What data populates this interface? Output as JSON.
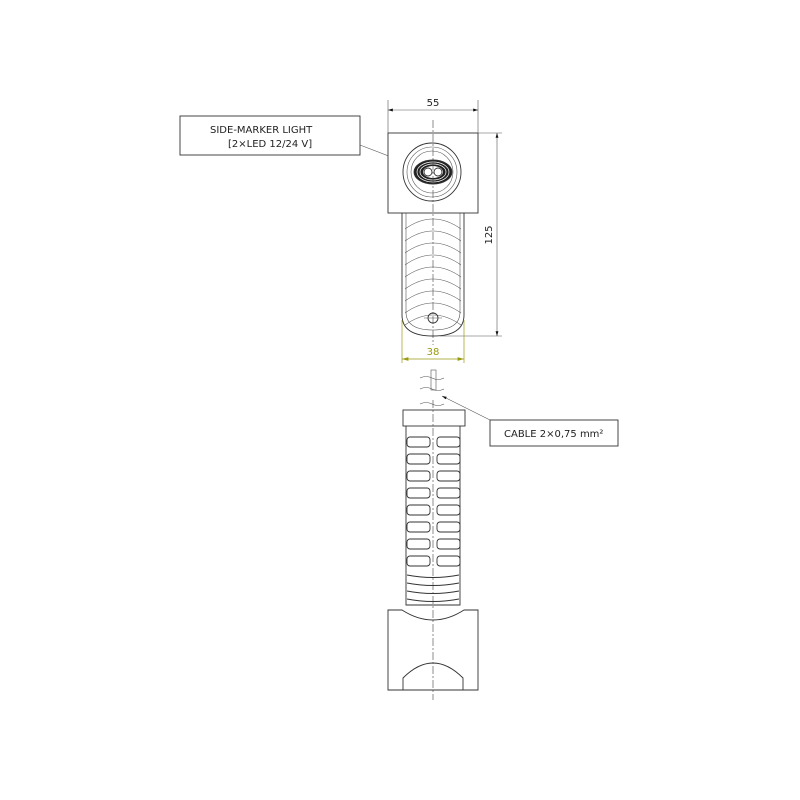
{
  "labels": {
    "light": "SIDE-MARKER LIGHT",
    "light_spec": "[2×LED 12/24 V]",
    "cable": "CABLE 2×0,75 mm²"
  },
  "dimensions": {
    "width_top": "55",
    "height": "125",
    "width_body": "38"
  },
  "colors": {
    "line": "#333333",
    "dim_accent": "#9a9a10"
  }
}
